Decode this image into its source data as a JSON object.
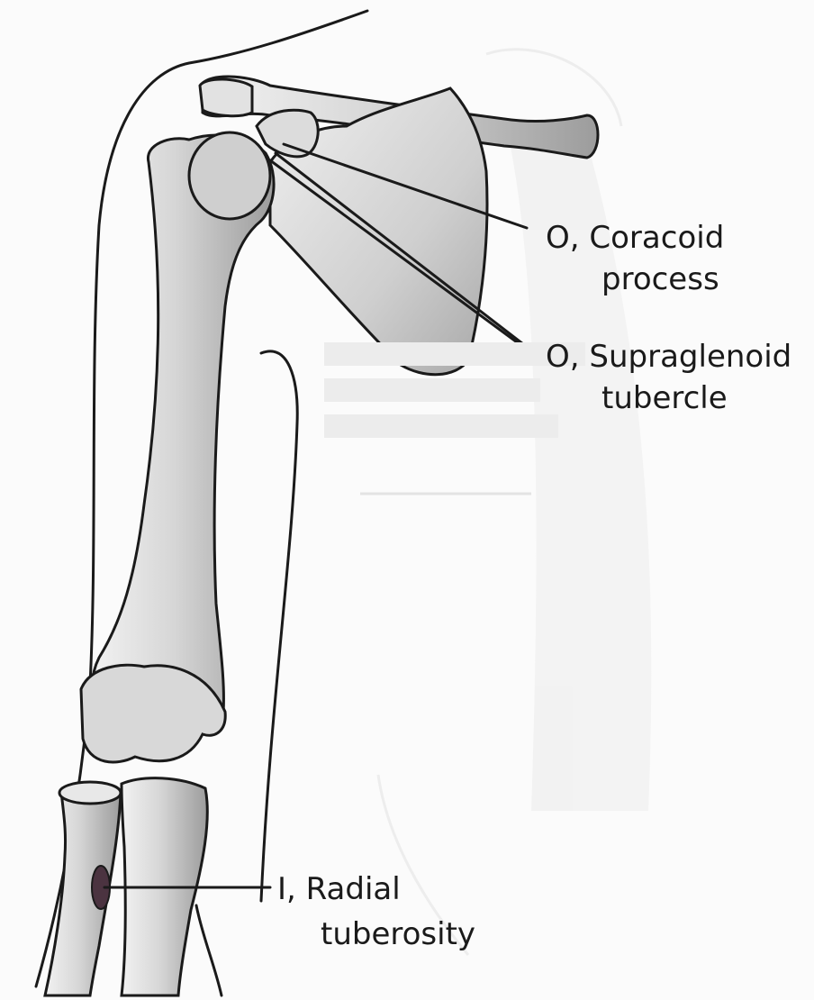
{
  "labels": {
    "coracoid": {
      "prefix": "O,",
      "line1": "Coracoid",
      "line2": "process"
    },
    "supraglenoid": {
      "prefix": "O,",
      "line1": "Supraglenoid",
      "line2": "tubercle"
    },
    "radial": {
      "prefix": "I,",
      "line1": "Radial",
      "line2": "tuberosity"
    }
  },
  "colors": {
    "background": "#fbfbfb",
    "bone_fill": "#d9d9d9",
    "bone_shade": "#a9a9a9",
    "outline": "#1a1a1a",
    "tuberosity": "#4b3340"
  }
}
